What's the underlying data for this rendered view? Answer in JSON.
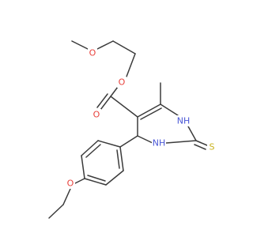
{
  "molecule": {
    "colors": {
      "bond": "#3b3b3b",
      "oxygen": "#e8413c",
      "nitrogen": "#4a57d6",
      "sulfur": "#c9b21a",
      "background": "#ffffff"
    },
    "atoms": [
      {
        "id": "me_o1",
        "label": "O",
        "element": "O"
      },
      {
        "id": "ester_o",
        "label": "O",
        "element": "O"
      },
      {
        "id": "carbonyl_o",
        "label": "O",
        "element": "O"
      },
      {
        "id": "n1",
        "label": "NH",
        "element": "N"
      },
      {
        "id": "n3",
        "label": "NH",
        "element": "N"
      },
      {
        "id": "s",
        "label": "S",
        "element": "S"
      },
      {
        "id": "ethoxy_o",
        "label": "O",
        "element": "O"
      }
    ]
  }
}
